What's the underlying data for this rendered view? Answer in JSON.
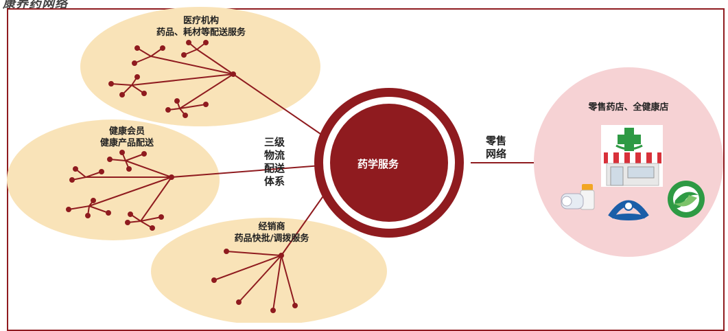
{
  "heading": "康养药网络",
  "center": {
    "label": "药学服务"
  },
  "clusters": {
    "hospital": {
      "title": "医疗机构",
      "subtitle": "药品、耗材等配送服务"
    },
    "member": {
      "title": "健康会员",
      "subtitle": "健康产品配送"
    },
    "distributor": {
      "title": "经销商",
      "subtitle": "药品快批/调拨服务"
    }
  },
  "left_link_label": "三级\n物流\n配送\n体系",
  "right_link_label": "零售\n网络",
  "retail": {
    "title": "零售药店、全健康店"
  },
  "colors": {
    "accent": "#8f1b1f",
    "ellipse_fill": "#f9e3b8",
    "retail_fill": "#f6d2d4",
    "cross_green": "#2e9a44",
    "awning_red": "#d8313a",
    "logo_blue": "#1b5ea8"
  },
  "icons": [
    "pharmacy-store-icon",
    "medicine-bottle-icon",
    "blue-logo-icon",
    "green-logo-icon"
  ]
}
